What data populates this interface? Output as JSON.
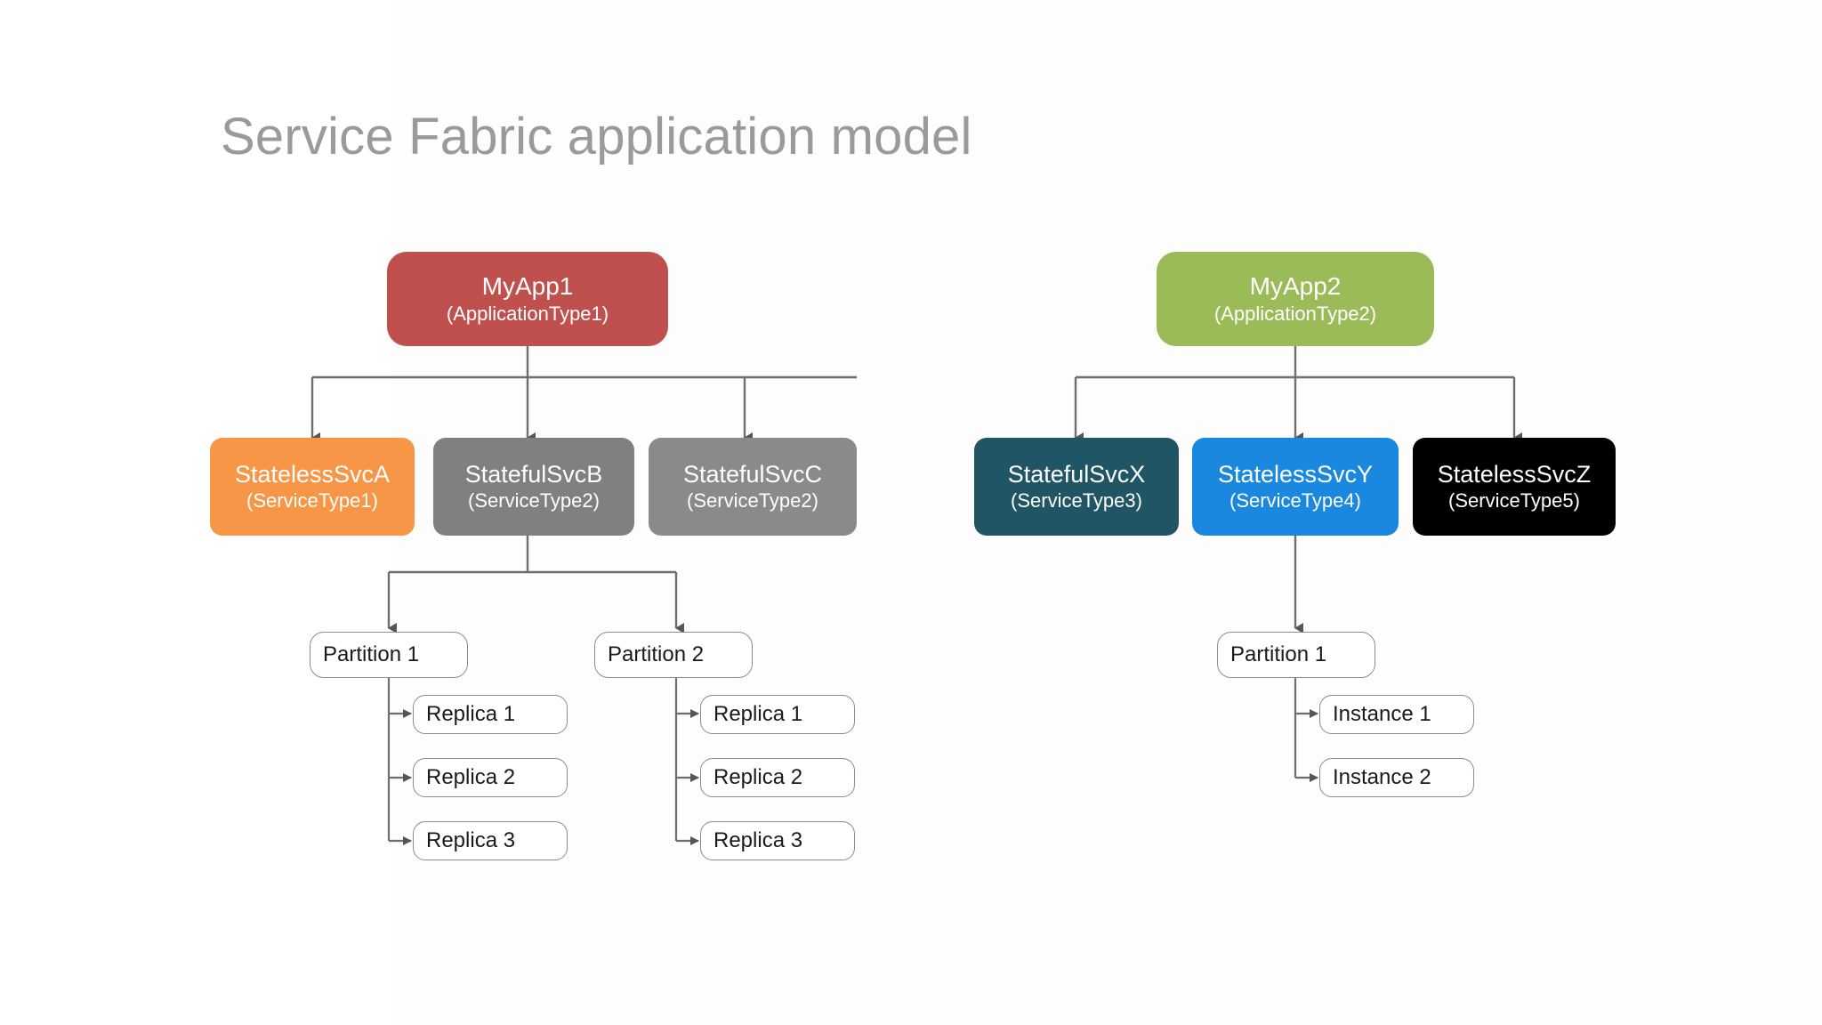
{
  "page": {
    "title": "Service Fabric application model",
    "background": "#ffffff",
    "title_color": "#9a9a9a",
    "connector_color": "#6e6e6e"
  },
  "groups": [
    {
      "id": "group-myapp1",
      "app": {
        "name": "MyApp1",
        "type": "(ApplicationType1)",
        "color": "#C0504D",
        "text_color": "#ffffff"
      },
      "services": [
        {
          "id": "service-statelesssvca",
          "name": "StatelessSvcA",
          "type": "(ServiceType1)",
          "color": "#F79646",
          "text_color": "#ffffff",
          "partitions": []
        },
        {
          "id": "service-statefulsvcb",
          "name": "StatefulSvcB",
          "type": "(ServiceType2)",
          "color": "#808080",
          "text_color": "#ffffff",
          "partitions": [
            {
              "id": "partition-b-1",
              "label": "Partition 1",
              "children": [
                "Replica 1",
                "Replica 2",
                "Replica 3"
              ]
            },
            {
              "id": "partition-b-2",
              "label": "Partition 2",
              "children": [
                "Replica 1",
                "Replica 2",
                "Replica 3"
              ]
            }
          ]
        },
        {
          "id": "service-statefulsvcc",
          "name": "StatefulSvcC",
          "type": "(ServiceType2)",
          "color": "#8a8a8a",
          "text_color": "#ffffff",
          "partitions": []
        }
      ]
    },
    {
      "id": "group-myapp2",
      "app": {
        "name": "MyApp2",
        "type": "(ApplicationType2)",
        "color": "#9BBB59",
        "text_color": "#ffffff"
      },
      "services": [
        {
          "id": "service-statefulsvcx",
          "name": "StatefulSvcX",
          "type": "(ServiceType3)",
          "color": "#1F5564",
          "text_color": "#ffffff",
          "partitions": []
        },
        {
          "id": "service-statelesssvcy",
          "name": "StatelessSvcY",
          "type": "(ServiceType4)",
          "color": "#1A88DE",
          "text_color": "#ffffff",
          "partitions": [
            {
              "id": "partition-y-1",
              "label": "Partition 1",
              "children": [
                "Instance 1",
                "Instance 2"
              ]
            }
          ]
        },
        {
          "id": "service-statelesssvcz",
          "name": "StatelessSvcZ",
          "type": "(ServiceType5)",
          "color": "#000000",
          "text_color": "#ffffff",
          "partitions": []
        }
      ]
    }
  ],
  "labels": {
    "left_partition_1": "Partition 1",
    "left_partition_2": "Partition 2",
    "right_partition_1": "Partition 1",
    "p1_replica_1": "Replica 1",
    "p1_replica_2": "Replica 2",
    "p1_replica_3": "Replica 3",
    "p2_replica_1": "Replica 1",
    "p2_replica_2": "Replica 2",
    "p2_replica_3": "Replica 3",
    "y_instance_1": "Instance 1",
    "y_instance_2": "Instance 2"
  }
}
